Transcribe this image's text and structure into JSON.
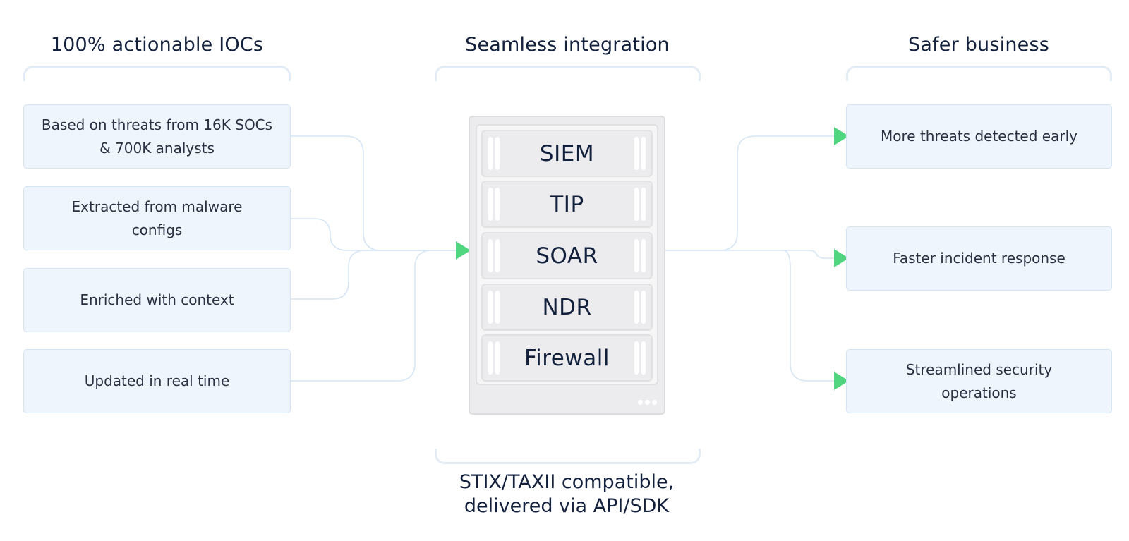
{
  "columns": {
    "left": {
      "title": "100% actionable IOCs"
    },
    "center": {
      "title": "Seamless integration"
    },
    "right": {
      "title": "Safer business"
    }
  },
  "inputs": [
    {
      "label": "Based on threats from 16K SOCs & 700K analysts"
    },
    {
      "label": "Extracted from malware configs"
    },
    {
      "label": "Enriched with context"
    },
    {
      "label": "Updated in real time"
    }
  ],
  "server": {
    "slots": [
      "SIEM",
      "TIP",
      "SOAR",
      "NDR",
      "Firewall"
    ]
  },
  "outcomes": [
    {
      "label": "More threats detected early"
    },
    {
      "label": "Faster incident response"
    },
    {
      "label": "Streamlined security operations"
    }
  ],
  "footer": {
    "line1": "STIX/TAXII compatible,",
    "line2": "delivered via API/SDK"
  },
  "colors": {
    "card_bg": "#eef5fd",
    "card_border": "#d5e4f4",
    "connector": "#d7e6f5",
    "arrow": "#4fd67e",
    "title_text": "#14213d"
  }
}
